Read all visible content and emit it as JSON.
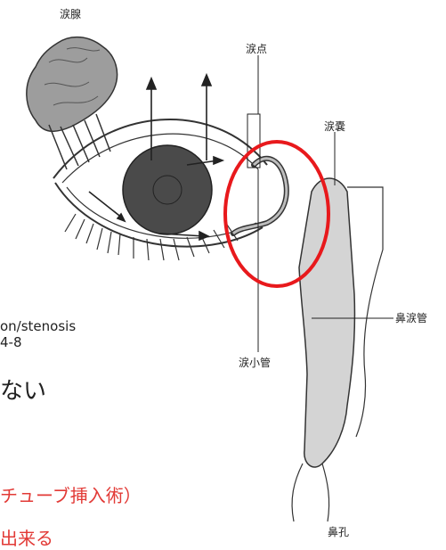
{
  "labels": {
    "lacrimal_gland": "涙腺",
    "punctum": "涙点",
    "lacrimal_sac": "涙嚢",
    "nasolacrimal_duct": "鼻涙管",
    "canaliculus": "涙小管",
    "nostril": "鼻孔"
  },
  "slide_text": {
    "line1": "on/stenosis",
    "line2": "4-8",
    "line3": "ない",
    "line4": "チューブ挿入術）",
    "line5": "出来る"
  },
  "colors": {
    "highlight_circle": "#e8191c",
    "slide_red_text": "#e23a36",
    "ink": "#222222",
    "pupil": "#4a4a4a"
  }
}
